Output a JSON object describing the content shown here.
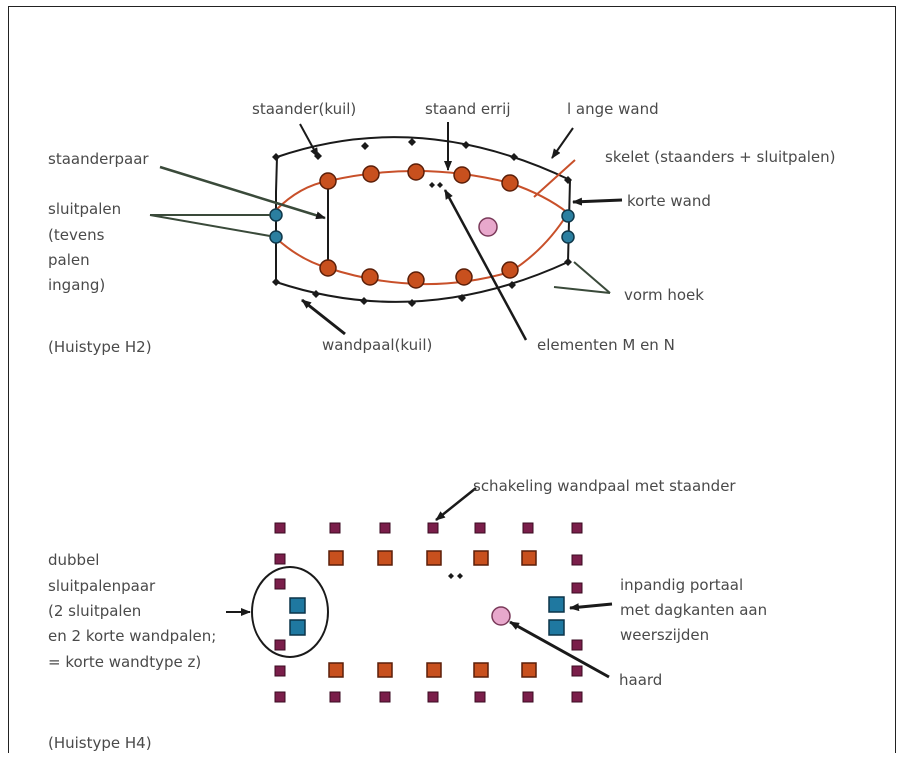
{
  "labels": {
    "staander_kuil": "staander(kuil)",
    "staandeerrij": "staand errij",
    "lange_wand": "l ange wand",
    "staanderpaar": "staanderpaar",
    "skelet": "skelet (staanders + sluitpalen)",
    "korte_wand": "korte wand",
    "sluitpalen_1": "sluitpalen",
    "sluitpalen_2": "(tevens",
    "sluitpalen_3": "palen",
    "sluitpalen_4": "ingang)",
    "vorm_hoek": "vorm hoek",
    "huistype_h2": "(Huistype H2)",
    "wandpaal_kuil": "wandpaal(kuil)",
    "elementen": "elementen M en N",
    "schakeling": "schakeling wandpaal met staander",
    "dubbel_1": "dubbel",
    "dubbel_2": "sluitpalenpaar",
    "dubbel_3": "(2 sluitpalen",
    "dubbel_4": "en 2 korte wandpalen;",
    "dubbel_5": "= korte wandtype z)",
    "inpandig_1": "inpandig portaal",
    "inpandig_2": "met dagkanten aan",
    "inpandig_3": "weerszijden",
    "haard": "haard",
    "huistype_h4": "(Huistype H4)"
  },
  "colors": {
    "outline": "#1a1a1a",
    "skeleton_line": "#c8502a",
    "staander_fill": "#c8501e",
    "sluitpaal_fill": "#2b7fa0",
    "haard_fill": "#e8a8cc",
    "wandpaal_square": "#7a1e4a",
    "staander_square": "#c8501e",
    "portaal_square": "#1f78a0",
    "text": "#4a4a4a"
  }
}
